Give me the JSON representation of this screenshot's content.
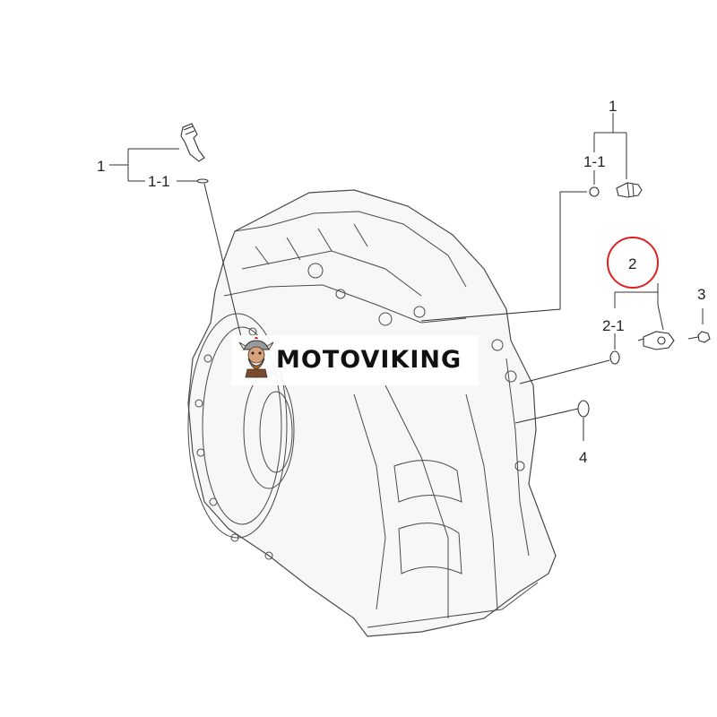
{
  "callouts": {
    "left_1": "1",
    "left_1_1": "1-1",
    "top_1": "1",
    "top_1_1": "1-1",
    "sensor_2": "2",
    "seal_2_1": "2-1",
    "bolt_3": "3",
    "plug_4": "4"
  },
  "highlight": {
    "target": "2",
    "color": "#e02020"
  },
  "watermark": {
    "text": "MOTOVIKING"
  },
  "icons": {
    "logo": "viking-mascot-icon"
  }
}
